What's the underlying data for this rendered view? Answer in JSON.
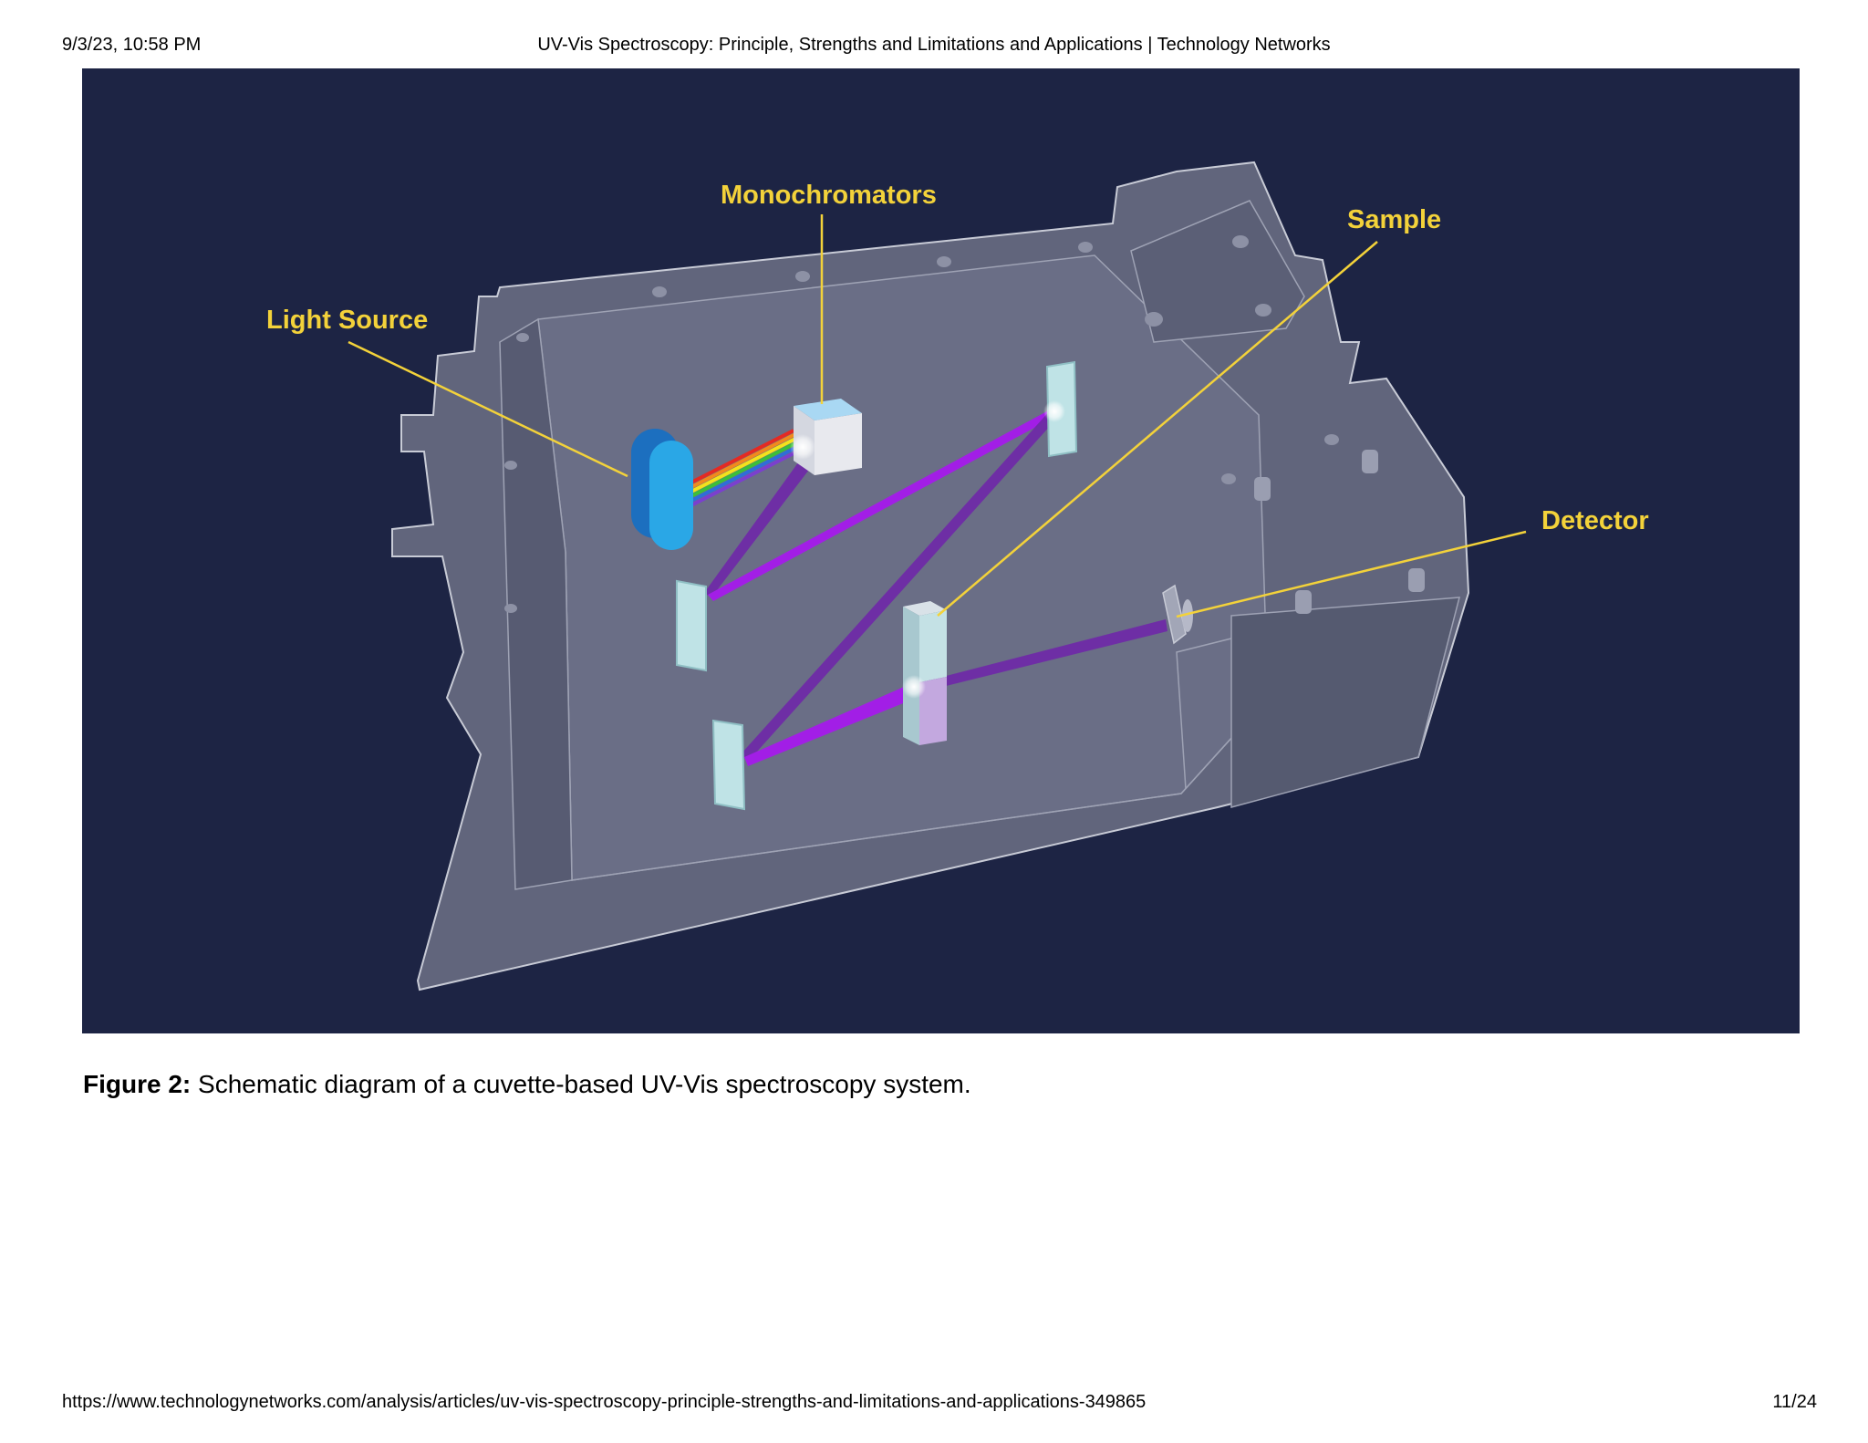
{
  "header": {
    "datetime": "9/3/23, 10:58 PM",
    "title": "UV-Vis Spectroscopy: Principle, Strengths and Limitations and Applications | Technology Networks"
  },
  "figure": {
    "background_color": "#1d2444",
    "label_color": "#f3d23a",
    "labels": {
      "light_source": "Light Source",
      "monochromators": "Monochromators",
      "sample": "Sample",
      "detector": "Detector"
    }
  },
  "caption": {
    "lead": "Figure 2:",
    "text": "Schematic diagram of a cuvette-based UV-Vis spectroscopy system."
  },
  "footer": {
    "url": "https://www.technologynetworks.com/analysis/articles/uv-vis-spectroscopy-principle-strengths-and-limitations-and-applications-349865",
    "page": "11/24"
  }
}
